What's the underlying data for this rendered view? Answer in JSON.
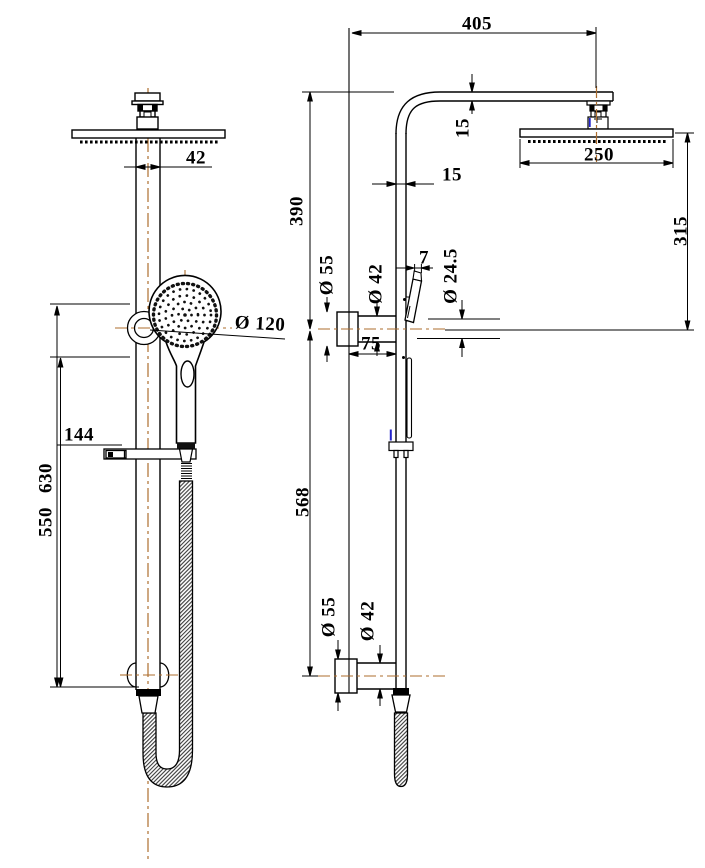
{
  "drawing_title": "shower column two-view dimensioned technical drawing",
  "colors": {
    "line": "#000000",
    "centerline": "#ad6e2e",
    "accent_blue": "#2323cc",
    "background": "#ffffff"
  },
  "front_view": {
    "dim_column_width": "42",
    "dim_hand_shower_diameter": "Ø 120",
    "dim_slider_bracket_length": "144",
    "dim_rail_height": "550",
    "dim_overall_height": "630"
  },
  "side_view": {
    "dim_arm_reach": "405",
    "dim_arm_thickness": "15",
    "dim_pipe_width": "15",
    "dim_head_width": "250",
    "dim_head_to_bracket": "315",
    "dim_top_to_bracket": "390",
    "dim_bracket_spacing": "568",
    "dim_upper_flange_diameter": "Ø 55",
    "dim_upper_arm_diameter": "Ø 42",
    "dim_handle_tip_width": "7",
    "dim_handle_diameter": "Ø 24.5",
    "dim_wall_offset": "75",
    "dim_lower_flange_diameter": "Ø 55",
    "dim_lower_arm_diameter": "Ø 42"
  }
}
